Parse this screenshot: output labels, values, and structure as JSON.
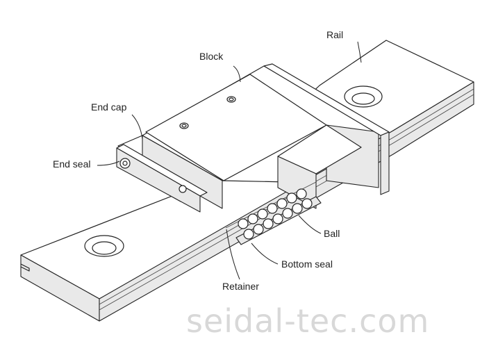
{
  "labels": {
    "rail": "Rail",
    "block": "Block",
    "end_cap": "End cap",
    "end_seal": "End seal",
    "ball": "Ball",
    "bottom_seal": "Bottom seal",
    "retainer": "Retainer"
  },
  "watermark": "seidal-tec.com"
}
